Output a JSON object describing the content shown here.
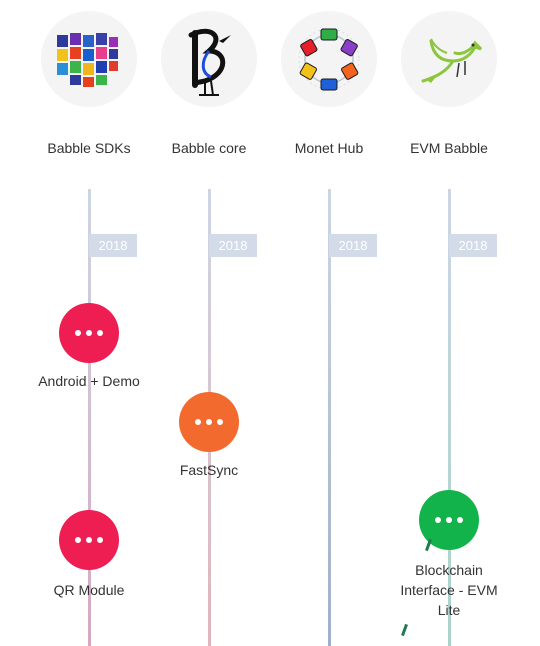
{
  "colors": {
    "year_tag_bg": "#d4dbe8",
    "logo_bg": "#f4f4f4",
    "text": "#333333"
  },
  "projects": [
    {
      "name": "Babble SDKs",
      "logo_icon": "rubiks-cube-icon",
      "year": "2018",
      "line_color": "#c9a0b8",
      "milestones": [
        {
          "label": "Android + Demo",
          "color": "#ee1d52"
        },
        {
          "label": "QR Module",
          "color": "#ee1d52"
        }
      ]
    },
    {
      "name": "Babble core",
      "logo_icon": "bird-b-icon",
      "year": "2018",
      "line_color": "#d9b7bc",
      "milestones": [
        {
          "label": "FastSync",
          "color": "#f26a2e"
        }
      ]
    },
    {
      "name": "Monet Hub",
      "logo_icon": "chip-ring-icon",
      "year": "2018",
      "line_color": "#a7b7cc",
      "milestones": []
    },
    {
      "name": "EVM Babble",
      "logo_icon": "green-bird-icon",
      "year": "2018",
      "line_color": "#b3d4d1",
      "milestones": [
        {
          "label": "Blockchain Interface - EVM Lite",
          "color": "#11b34a"
        }
      ]
    }
  ]
}
